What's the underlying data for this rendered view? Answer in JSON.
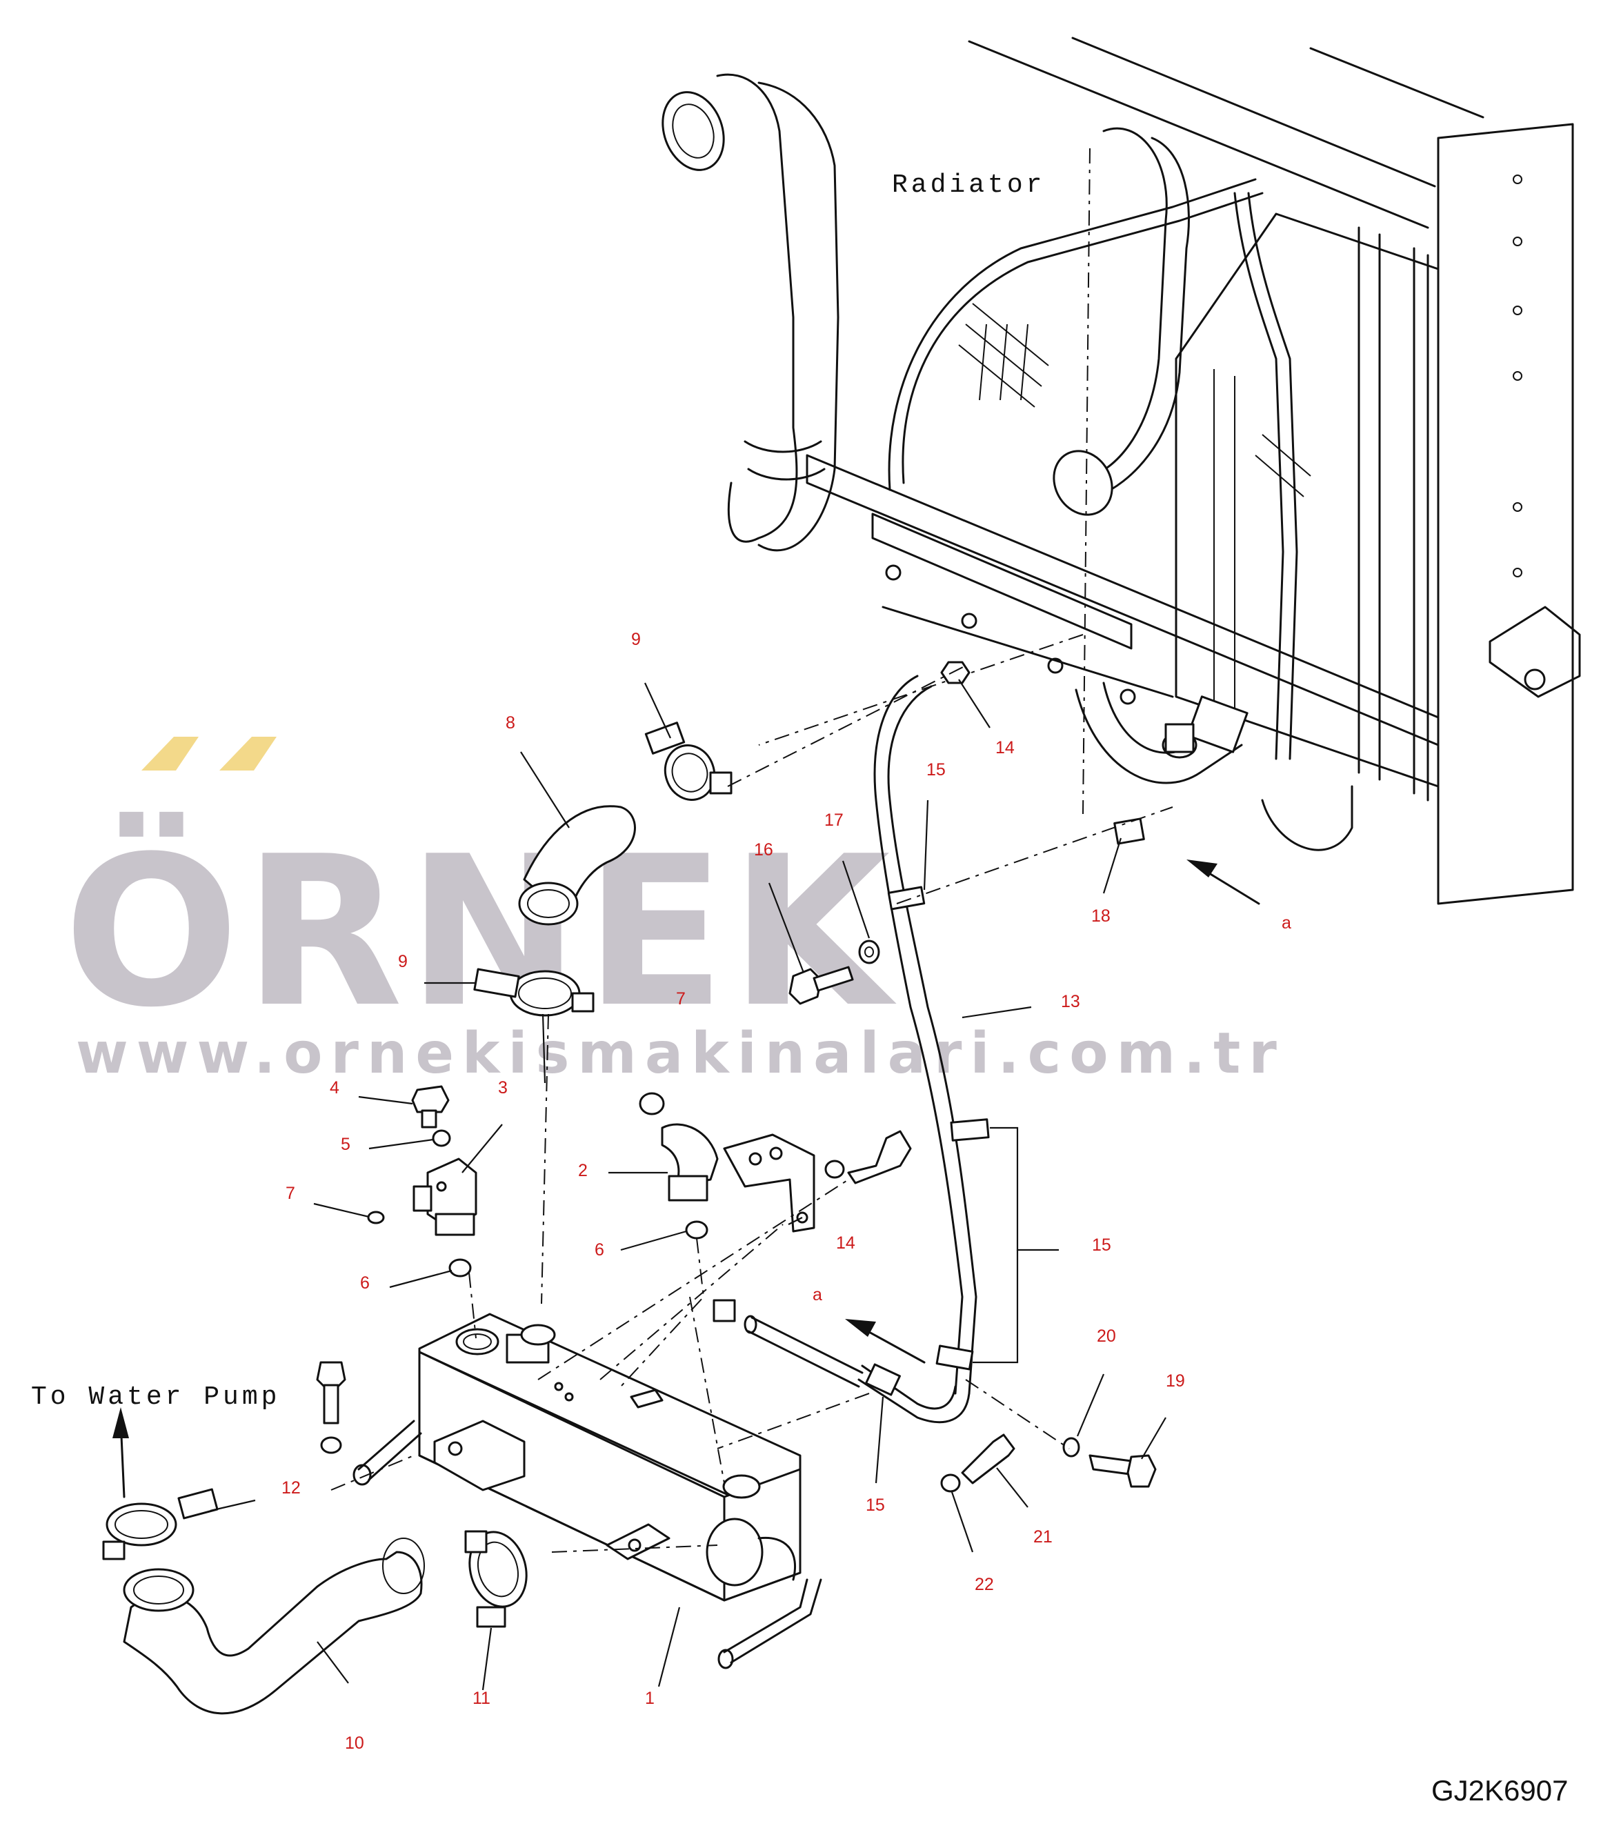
{
  "watermark": {
    "brand": "ÖRNEK",
    "url": "www.ornekismakinalari.com.tr",
    "accent_color": "#f3d98a",
    "text_color": "#c8c4cb"
  },
  "labels": {
    "radiator": "Radiator",
    "to_water_pump": "To Water Pump",
    "drawing_code": "GJ2K6907"
  },
  "callouts": [
    {
      "id": "c-9-top",
      "text": "9"
    },
    {
      "id": "c-8",
      "text": "8"
    },
    {
      "id": "c-14-top",
      "text": "14"
    },
    {
      "id": "c-15-top",
      "text": "15"
    },
    {
      "id": "c-17",
      "text": "17"
    },
    {
      "id": "c-16",
      "text": "16"
    },
    {
      "id": "c-18",
      "text": "18"
    },
    {
      "id": "c-a-top",
      "text": "a"
    },
    {
      "id": "c-9-mid",
      "text": "9"
    },
    {
      "id": "c-13",
      "text": "13"
    },
    {
      "id": "c-7-mid",
      "text": "7"
    },
    {
      "id": "c-4",
      "text": "4"
    },
    {
      "id": "c-3",
      "text": "3"
    },
    {
      "id": "c-5",
      "text": "5"
    },
    {
      "id": "c-2",
      "text": "2"
    },
    {
      "id": "c-7-left",
      "text": "7"
    },
    {
      "id": "c-14-mid",
      "text": "14"
    },
    {
      "id": "c-15-mid",
      "text": "15"
    },
    {
      "id": "c-6-mid",
      "text": "6"
    },
    {
      "id": "c-6-left",
      "text": "6"
    },
    {
      "id": "c-a-bottom",
      "text": "a"
    },
    {
      "id": "c-20",
      "text": "20"
    },
    {
      "id": "c-19",
      "text": "19"
    },
    {
      "id": "c-12",
      "text": "12"
    },
    {
      "id": "c-15-bottom",
      "text": "15"
    },
    {
      "id": "c-21",
      "text": "21"
    },
    {
      "id": "c-22",
      "text": "22"
    },
    {
      "id": "c-11",
      "text": "11"
    },
    {
      "id": "c-1",
      "text": "1"
    },
    {
      "id": "c-10",
      "text": "10"
    }
  ]
}
